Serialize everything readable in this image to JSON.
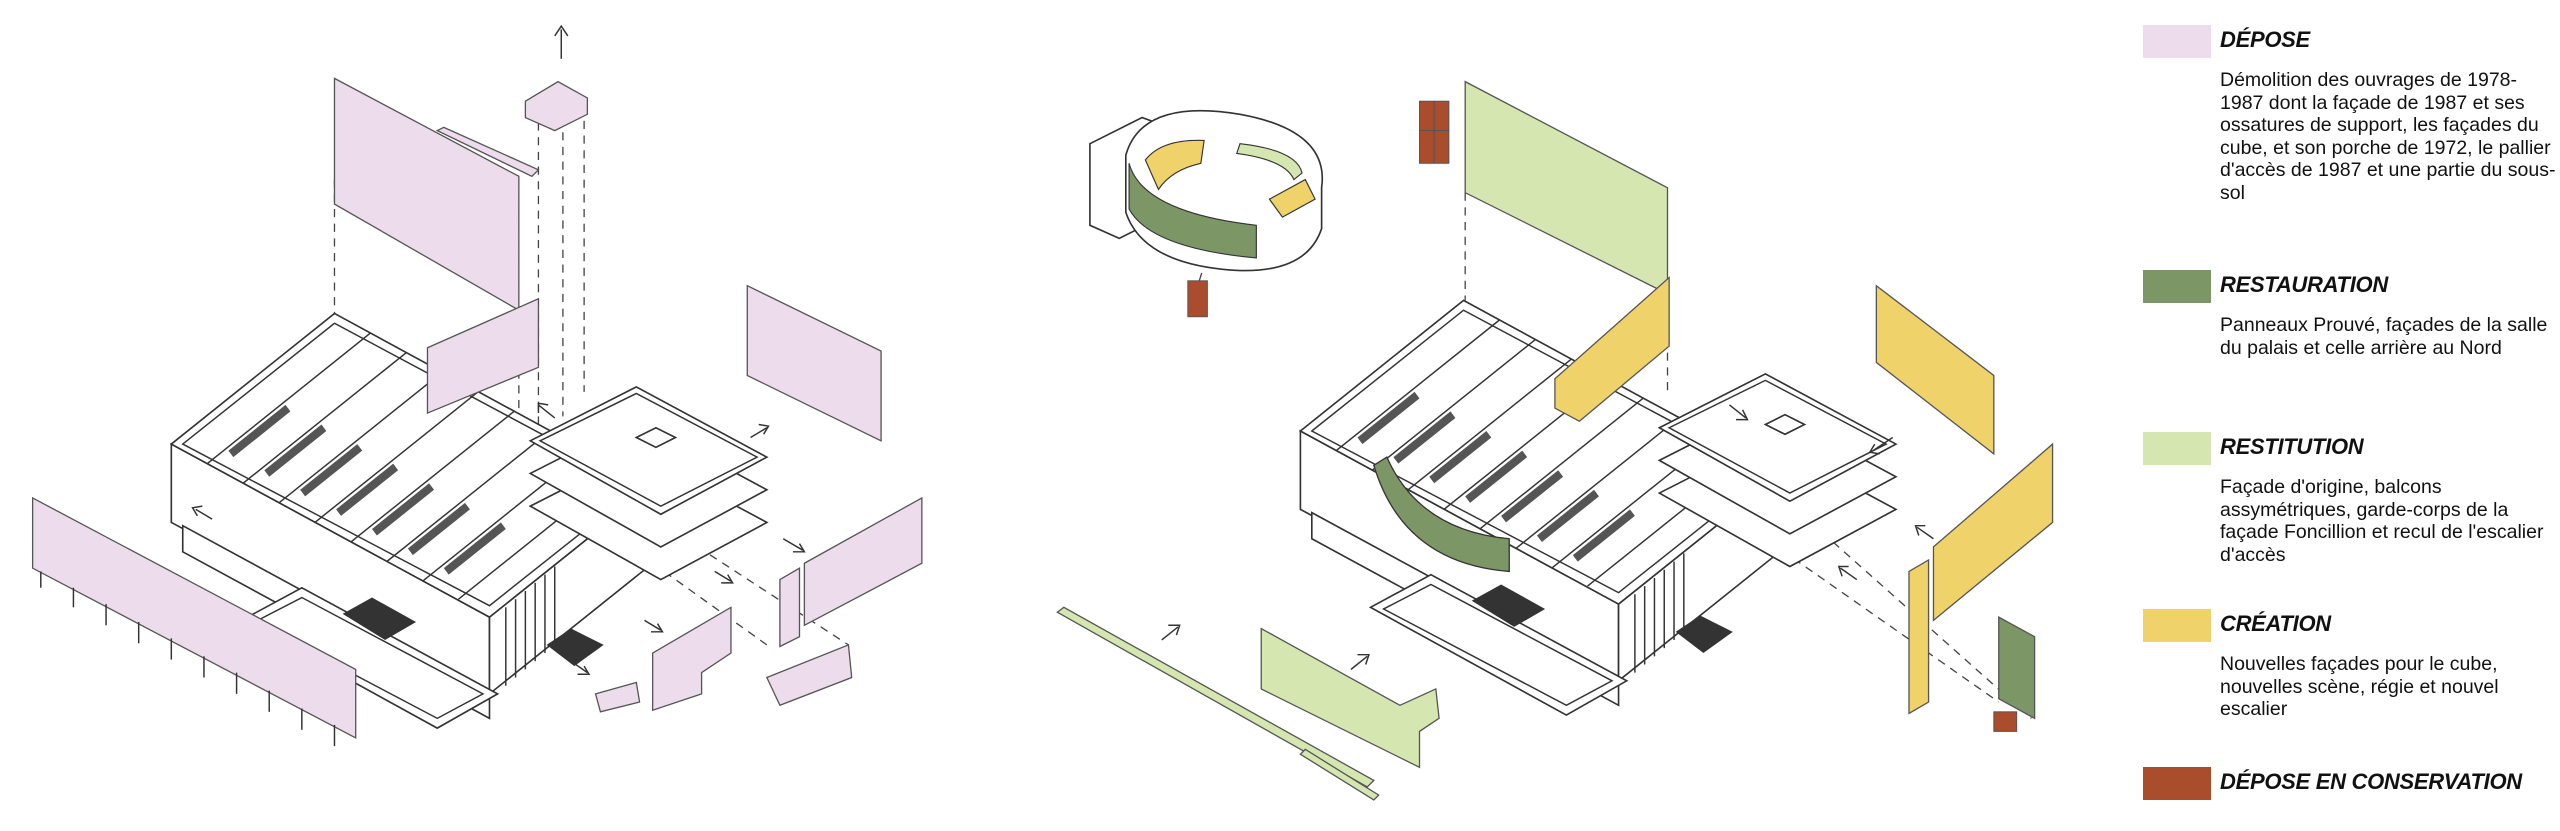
{
  "legend": [
    {
      "title": "DÉPOSE",
      "color": "#ecdcec",
      "description": "Démolition des ouvrages de 1978-1987 dont la façade de 1987 et ses ossatures de support, les façades du cube, et son porche de 1972, le pallier d'accès de 1987 et une partie du sous-sol"
    },
    {
      "title": "RESTAURATION",
      "color": "#7d9666",
      "description": "Panneaux Prouvé, façades de la salle du palais et celle arrière au Nord"
    },
    {
      "title": "RESTITUTION",
      "color": "#d6e6b0",
      "description": "Façade d'origine, balcons assymétriques, garde-corps de la façade Foncillion et recul de l'escalier d'accès"
    },
    {
      "title": "CRÉATION",
      "color": "#f0d26a",
      "description": "Nouvelles façades pour le cube, nouvelles scène, régie et nouvel escalier"
    },
    {
      "title": "DÉPOSE EN CONSERVATION",
      "color": "#a94d2c",
      "description": ""
    }
  ]
}
